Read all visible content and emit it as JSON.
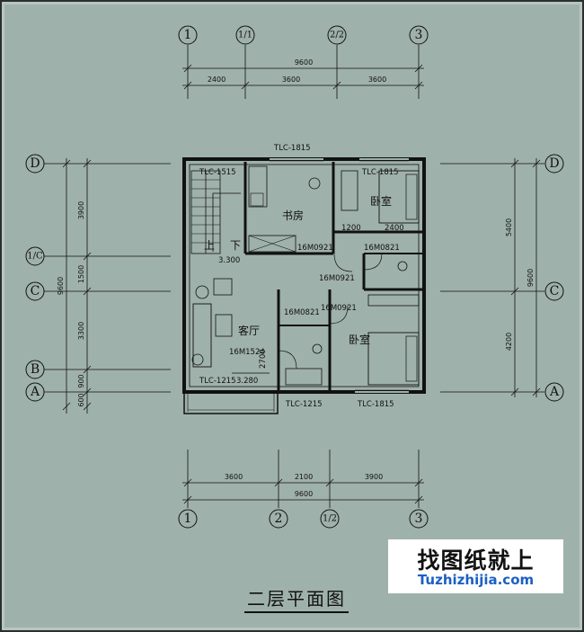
{
  "title": "二层平面图",
  "watermark": {
    "chinese": "找图纸就上",
    "url": "Tuzhizhijia.com"
  },
  "axes": {
    "top": [
      "1",
      "1/1",
      "2/2",
      "3"
    ],
    "bottom": [
      "1",
      "2",
      "1/2",
      "3"
    ],
    "left": [
      "D",
      "1/C",
      "C",
      "B",
      "A"
    ],
    "right": [
      "D",
      "C",
      "A"
    ]
  },
  "dimensions": {
    "top_total": "9600",
    "top_segments": [
      "2400",
      "3600",
      "3600"
    ],
    "bottom_total": "9600",
    "bottom_segments": [
      "3600",
      "2100",
      "3900"
    ],
    "left_total": "9600",
    "left_segments": [
      "3900",
      "1500",
      "3300",
      "900",
      "600"
    ],
    "right_total": "9600",
    "right_segments": [
      "5400",
      "4200"
    ]
  },
  "rooms": {
    "study": "书房",
    "bedroom_ne": "卧室",
    "bedroom_se": "卧室",
    "living": "客厅",
    "stair_up": "上",
    "stair_down": "下"
  },
  "labels": {
    "win_top": "TLC-1815",
    "win_tl": "TLC-1515",
    "win_tr": "TLC-1815",
    "win_balcony": "TLC-1215",
    "win_bottom_mid": "TLC-1215",
    "win_bottom_right": "TLC-1815",
    "door_study": "16M0921",
    "door_wc_n": "16M0821",
    "door_bed_ne": "16M0921",
    "door_wc_s": "16M0821",
    "door_bed_se": "16M0921",
    "door_living": "16M1524",
    "dim_1200": "1200",
    "dim_2400": "2400",
    "dim_2700": "2700",
    "level_1": "3.300",
    "level_2": "3.280"
  }
}
